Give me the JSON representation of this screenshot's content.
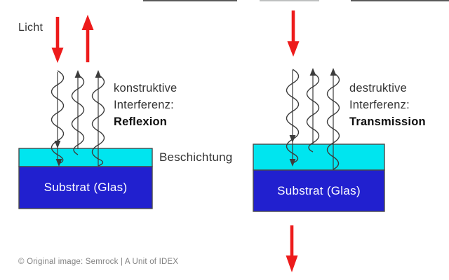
{
  "labels": {
    "light": "Licht",
    "coating_label": "Beschichtung",
    "substrate_label": "Substrat (Glas)",
    "copyright": "© Original image: Semrock | A Unit of IDEX"
  },
  "left_diagram": {
    "interference_line1": "konstruktive",
    "interference_line2": "Interferenz:",
    "result": "Reflexion"
  },
  "right_diagram": {
    "interference_line1": "destruktive",
    "interference_line2": "Interferenz:",
    "result": "Transmission"
  },
  "colors": {
    "arrow_red": "#ed1b1b",
    "coating_cyan": "#00e5ef",
    "substrate_blue": "#2120cf",
    "wave_dark": "#3c3c3c",
    "text_dark": "#333333",
    "copyright_gray": "#828282"
  }
}
